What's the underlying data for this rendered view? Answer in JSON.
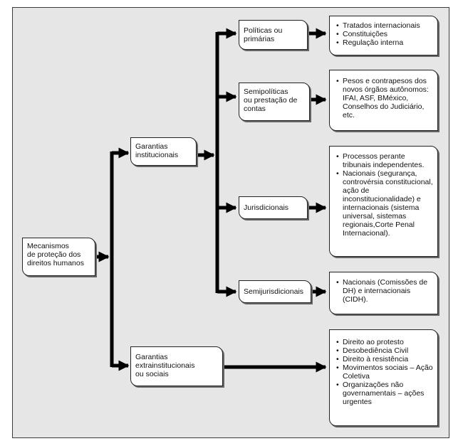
{
  "root": {
    "lines": [
      "Mecanismos",
      "de proteção dos",
      "direitos humanos"
    ]
  },
  "institutional": {
    "lines": [
      "Garantias",
      "institucionais"
    ]
  },
  "extra": {
    "lines": [
      "Garantias",
      "extrainstitucionais",
      "ou sociais"
    ]
  },
  "categories": [
    {
      "lines": [
        "Políticas ou",
        "primárias"
      ],
      "items": [
        "Tratados internacionais",
        "Constituições",
        "Regulação interna"
      ]
    },
    {
      "lines": [
        "Semipolíticas",
        "ou prestação de",
        "contas"
      ],
      "items": [
        "Pesos e contrapesos dos novos órgãos autônomos: IFAI, ASF, BMéxico, Conselhos do Judiciário, etc."
      ]
    },
    {
      "lines": [
        "Jurisdicionais"
      ],
      "items": [
        "Processos perante tribunais independentes.",
        "Nacionais (segurança, controvérsia constitucional, ação de inconstitucionalidade) e internacionais (sistema universal, sistemas regionais,Corte Penal Internacional)."
      ]
    },
    {
      "lines": [
        "Semijurisdicionais"
      ],
      "items": [
        "Nacionais (Comissões de DH) e internacionais (CIDH)."
      ]
    }
  ],
  "social_items": [
    "Direito ao protesto",
    "Desobediência Civil",
    "Direito à resistência",
    "Movimentos sociais – Ação Coletiva",
    "Organizações não governamentais – ações urgentes"
  ]
}
